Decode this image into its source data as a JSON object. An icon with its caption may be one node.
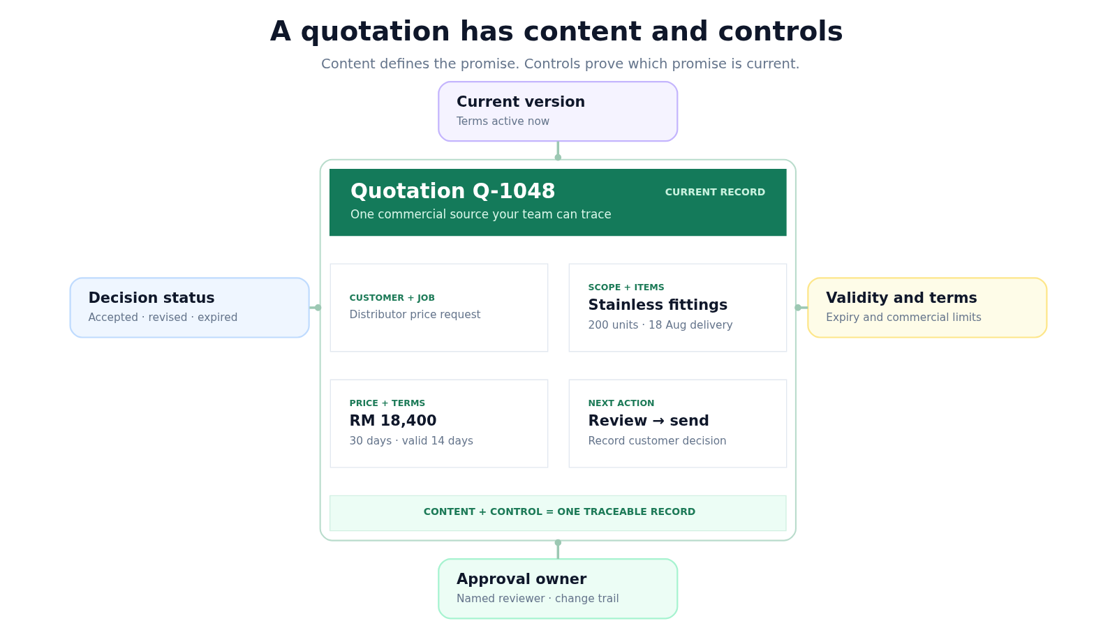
{
  "diagram": {
    "title": "A quotation has content and controls",
    "caption": "Content defines the promise. Controls prove which promise is current.",
    "nodes": [
      {
        "text": [
          "Current version",
          "Terms active now"
        ]
      },
      {
        "text": [],
        "shape": "box"
      },
      {
        "text": [
          "Quotation Q-1048",
          "CURRENT RECORD",
          "One commercial source your team can trace"
        ],
        "in": 1
      },
      {
        "text": [
          "CUSTOMER + JOB",
          "Distributor price request"
        ],
        "in": 1
      },
      {
        "text": [
          "SCOPE + ITEMS",
          "Stainless fittings",
          "200 units · 18 Aug delivery"
        ],
        "in": 1
      },
      {
        "text": [
          "PRICE + TERMS",
          "RM 18,400",
          "30 days · valid 14 days"
        ],
        "in": 1
      },
      {
        "text": [
          "NEXT ACTION",
          "Review → send",
          "Record customer decision"
        ],
        "in": 1
      },
      {
        "text": [
          "CONTENT + CONTROL = ONE TRACEABLE RECORD"
        ],
        "in": 1
      },
      {
        "text": [
          "Decision status",
          "Accepted · revised · expired"
        ]
      },
      {
        "text": [
          "Validity and terms",
          "Expiry and commercial limits"
        ]
      },
      {
        "text": [
          "Approval owner",
          "Named reviewer · change trail"
        ]
      }
    ],
    "edges": [
      {
        "from": 0,
        "to": 1,
        "arrow": "other"
      },
      {
        "from": 8,
        "to": 1,
        "arrow": "other"
      },
      {
        "from": 1,
        "to": 9,
        "arrow": "other"
      },
      {
        "from": 1,
        "to": 10,
        "arrow": "other"
      }
    ]
  }
}
